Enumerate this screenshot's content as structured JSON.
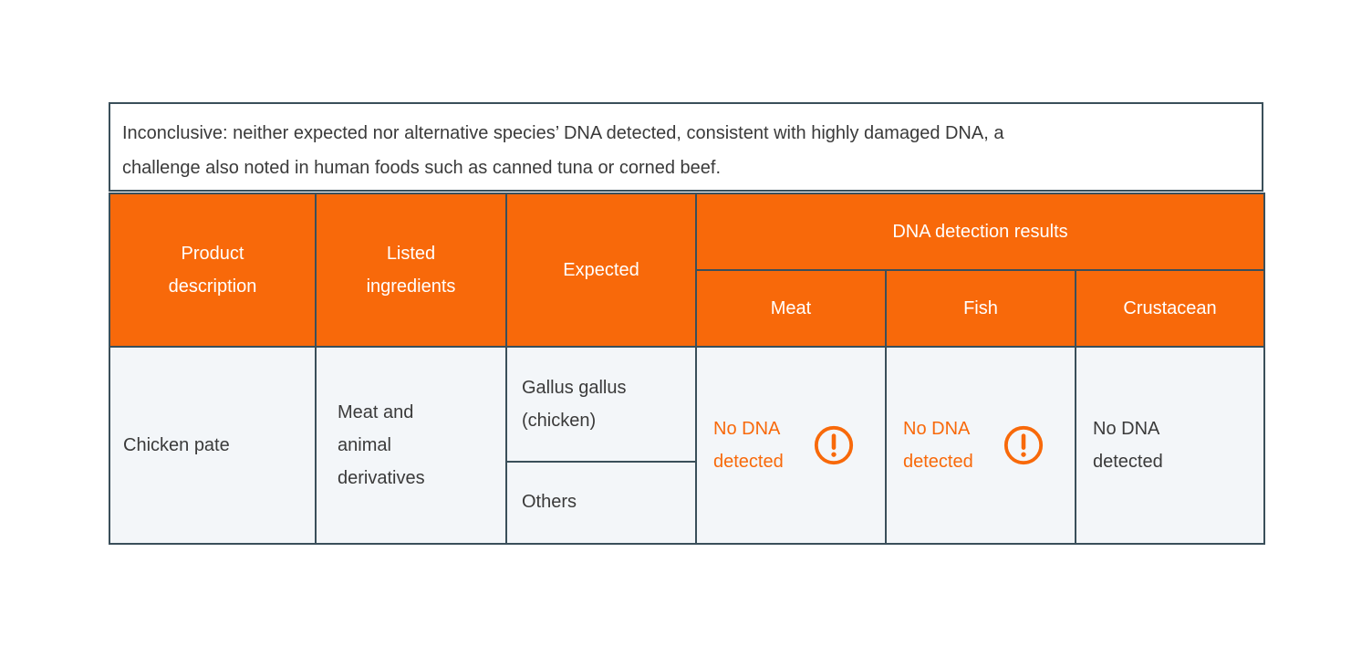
{
  "colors": {
    "accent-orange": "#F8690A",
    "border-dark": "#3A4F5A",
    "cell-bg": "#F3F6F9",
    "text-dark": "#3A3A3A",
    "header-text": "#FFFFFF",
    "page-bg": "#FFFFFF"
  },
  "note": {
    "text": "Inconclusive: neither expected nor alternative species’ DNA detected, consistent with highly damaged DNA, a\nchallenge also noted in human foods such as canned tuna or corned beef."
  },
  "table": {
    "headers": {
      "product_description": "Product\ndescription",
      "listed_ingredients": "Listed\ningredients",
      "expected": "Expected",
      "dna_detection_group": "DNA detection results",
      "meat": "Meat",
      "fish": "Fish",
      "crustacean": "Crustacean"
    },
    "row": {
      "product_description": "Chicken pate",
      "listed_ingredients": "Meat and\nanimal\nderivatives",
      "expected_species": "Gallus gallus\n(chicken)",
      "expected_others": "Others",
      "results": {
        "meat": {
          "text": "No DNA\ndetected",
          "status": "warning",
          "icon": "alert-circle-icon"
        },
        "fish": {
          "text": "No DNA\ndetected",
          "status": "warning",
          "icon": "alert-circle-icon"
        },
        "crustacean": {
          "text": "No DNA\ndetected",
          "status": "normal"
        }
      }
    }
  }
}
